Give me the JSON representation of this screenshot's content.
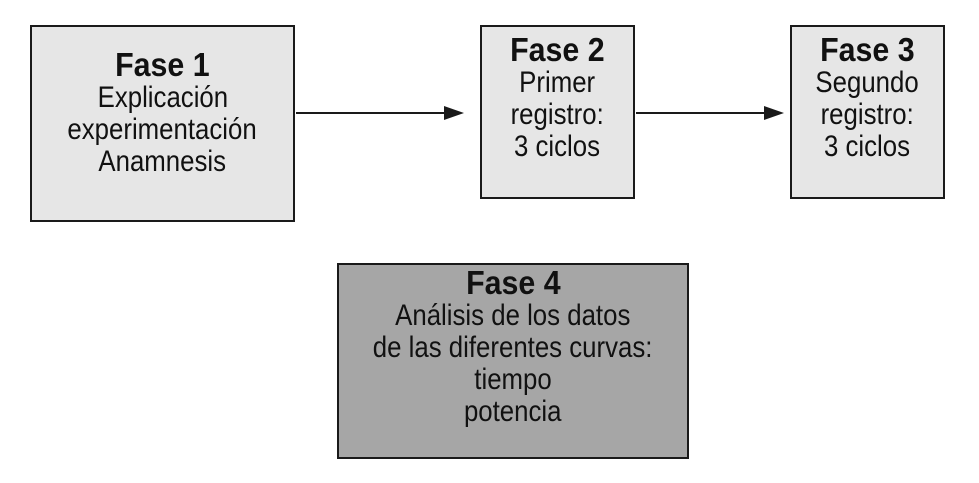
{
  "phases": [
    {
      "title": "Fase 1",
      "lines": [
        "Explicación",
        "experimentación",
        "Anamnesis"
      ]
    },
    {
      "title": "Fase 2",
      "lines": [
        "Primer",
        "registro:",
        "3 ciclos"
      ]
    },
    {
      "title": "Fase 3",
      "lines": [
        "Segundo",
        "registro:",
        "3 ciclos"
      ]
    },
    {
      "title": "Fase 4",
      "lines": [
        "Análisis de los datos",
        "de las diferentes curvas:",
        "tiempo",
        "potencia"
      ]
    }
  ],
  "colors": {
    "box_light": "#e6e6e6",
    "box_dark": "#a6a6a6",
    "border": "#1a1a1a",
    "arrow": "#1a1a1a"
  }
}
